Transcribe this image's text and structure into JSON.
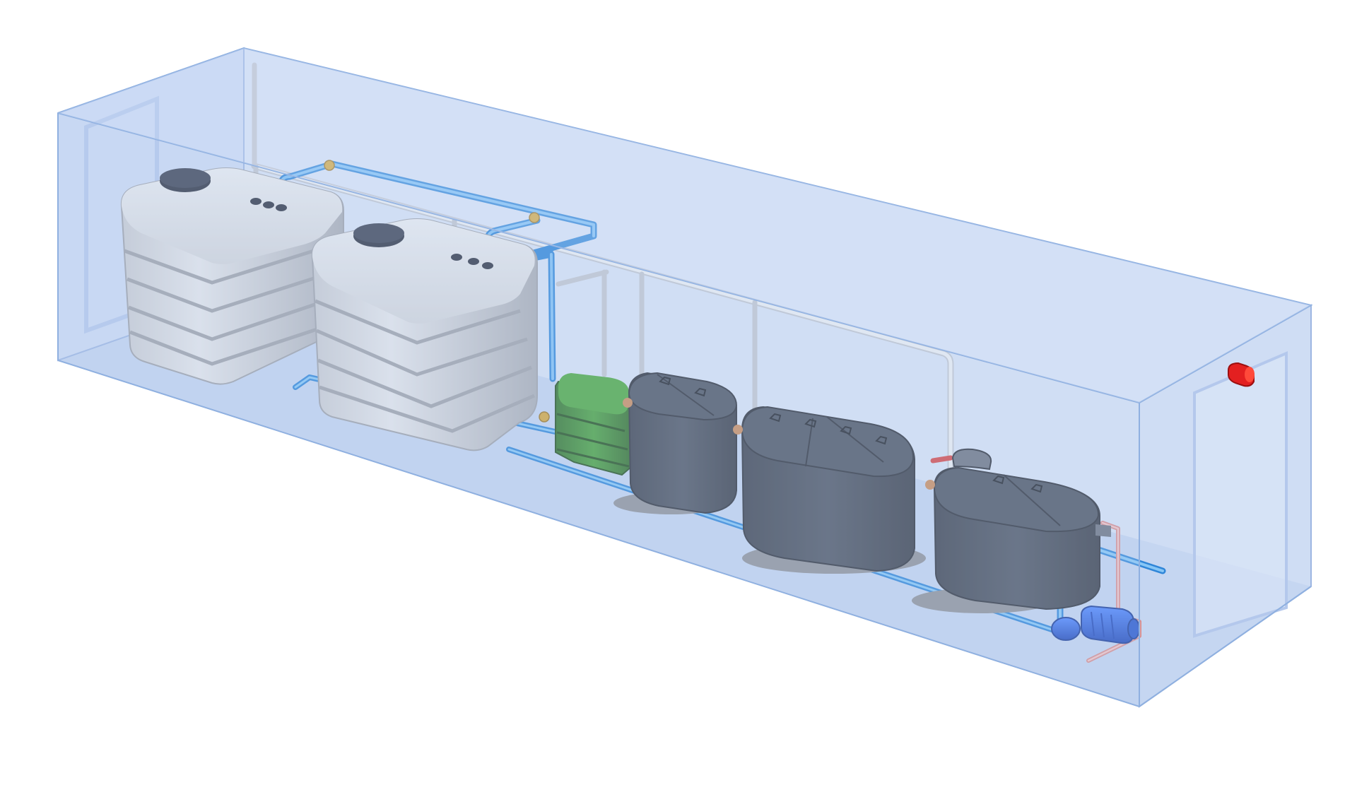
{
  "scene": {
    "subject": "containerized-water-treatment-plant",
    "palette": {
      "container_glass": "#a9c4ec",
      "container_edge": "#8fb0e0",
      "storage_tank": "#dcdde0",
      "storage_tank_shade": "#b9bbc0",
      "treatment_tank": "#454c5a",
      "treatment_tank_shade": "#363c47",
      "green_unit": "#3c8a33",
      "water_pipe": "#5aa7e8",
      "air_pipe": "#e4e6ea",
      "hot_pipe": "#e7a3a3",
      "pump": "#2a5fe0",
      "alarm": "#e32020",
      "brass_fitting": "#d4a63a",
      "copper_coupling": "#c98b5c"
    },
    "components": [
      {
        "id": "storage-tank-1",
        "icon": "poly-tank-icon"
      },
      {
        "id": "storage-tank-2",
        "icon": "poly-tank-icon"
      },
      {
        "id": "dosing-unit",
        "icon": "green-unit-icon"
      },
      {
        "id": "treatment-tank-1",
        "icon": "cylinder-tank-icon"
      },
      {
        "id": "treatment-tank-2",
        "icon": "oval-tank-icon"
      },
      {
        "id": "treatment-tank-3",
        "icon": "cylinder-tank-icon"
      },
      {
        "id": "transfer-pump",
        "icon": "pump-icon"
      },
      {
        "id": "alarm-beacon",
        "icon": "beacon-icon"
      }
    ]
  }
}
